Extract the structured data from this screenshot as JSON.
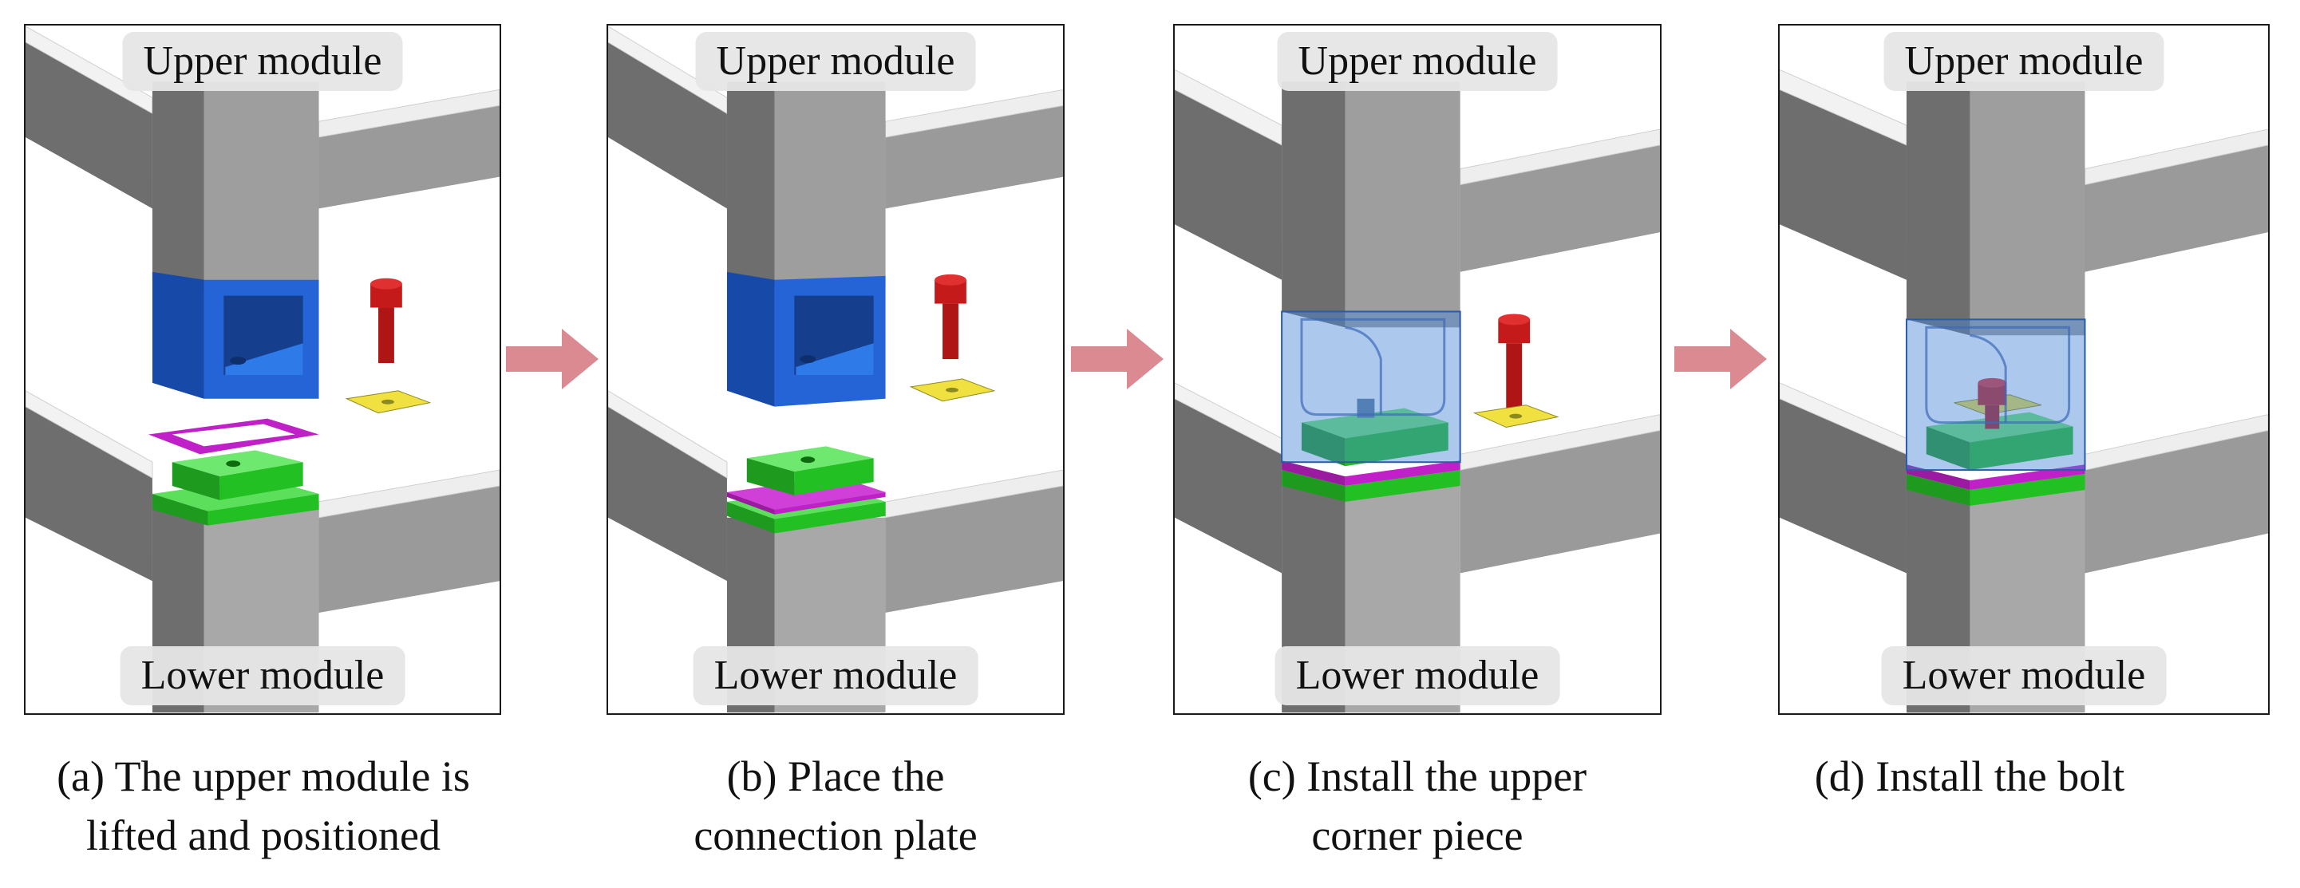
{
  "steps": [
    {
      "upper_label": "Upper module",
      "lower_label": "Lower module",
      "caption_line1": "(a) The upper module is",
      "caption_line2": "lifted and positioned"
    },
    {
      "upper_label": "Upper module",
      "lower_label": "Lower module",
      "caption_line1": "(b) Place the",
      "caption_line2": "connection plate"
    },
    {
      "upper_label": "Upper module",
      "lower_label": "Lower module",
      "caption_line1": "(c) Install the upper",
      "caption_line2": "corner piece"
    },
    {
      "upper_label": "Upper module",
      "lower_label": "Lower module",
      "caption_line1": "(d) Install the bolt",
      "caption_line2": ""
    }
  ],
  "colors": {
    "upper_corner_piece": "#1f5bc4",
    "lower_corner_piece": "#22c022",
    "connection_plate": "#c020c8",
    "bolt": "#c41a1a",
    "washer": "#f0e040",
    "steel_beam": "#9a9a9a",
    "arrow": "#dc8a92"
  }
}
